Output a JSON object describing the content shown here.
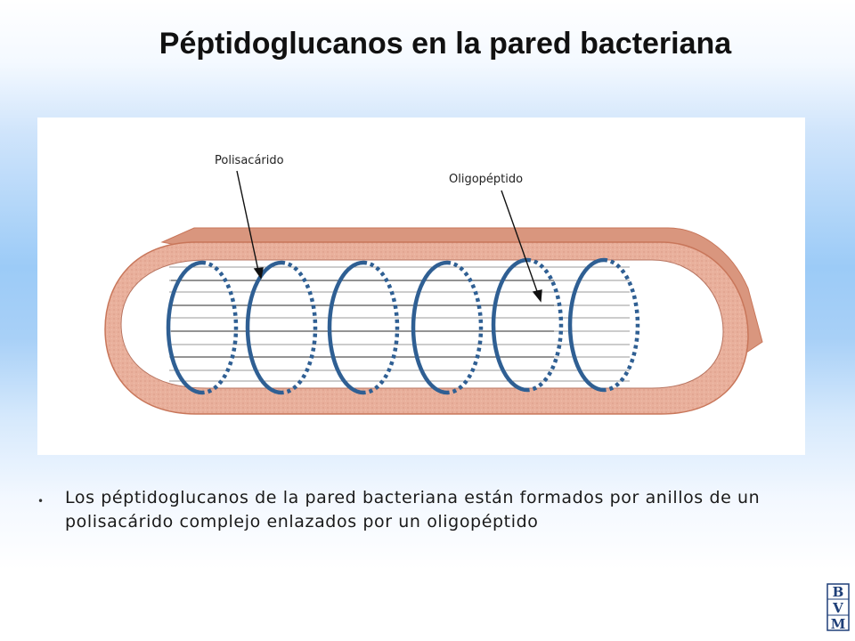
{
  "slide": {
    "title": "Péptidoglucanos en la pared bacteriana",
    "bullet": "Los péptidoglucanos de la pared bacteriana están formados por anillos de un polisacárido complejo enlazados por un oligopéptido"
  },
  "diagram": {
    "labels": {
      "polysaccharide": "Polisacárido",
      "oligopeptide": "Oligopéptido"
    },
    "ring_count": 6,
    "colors": {
      "wall": "#e8ad98",
      "wall_edge": "#c8765a",
      "ring": "#2f5f93",
      "strand": "#9a9a9a"
    }
  },
  "logo": {
    "letters": [
      "B",
      "V",
      "M"
    ]
  }
}
